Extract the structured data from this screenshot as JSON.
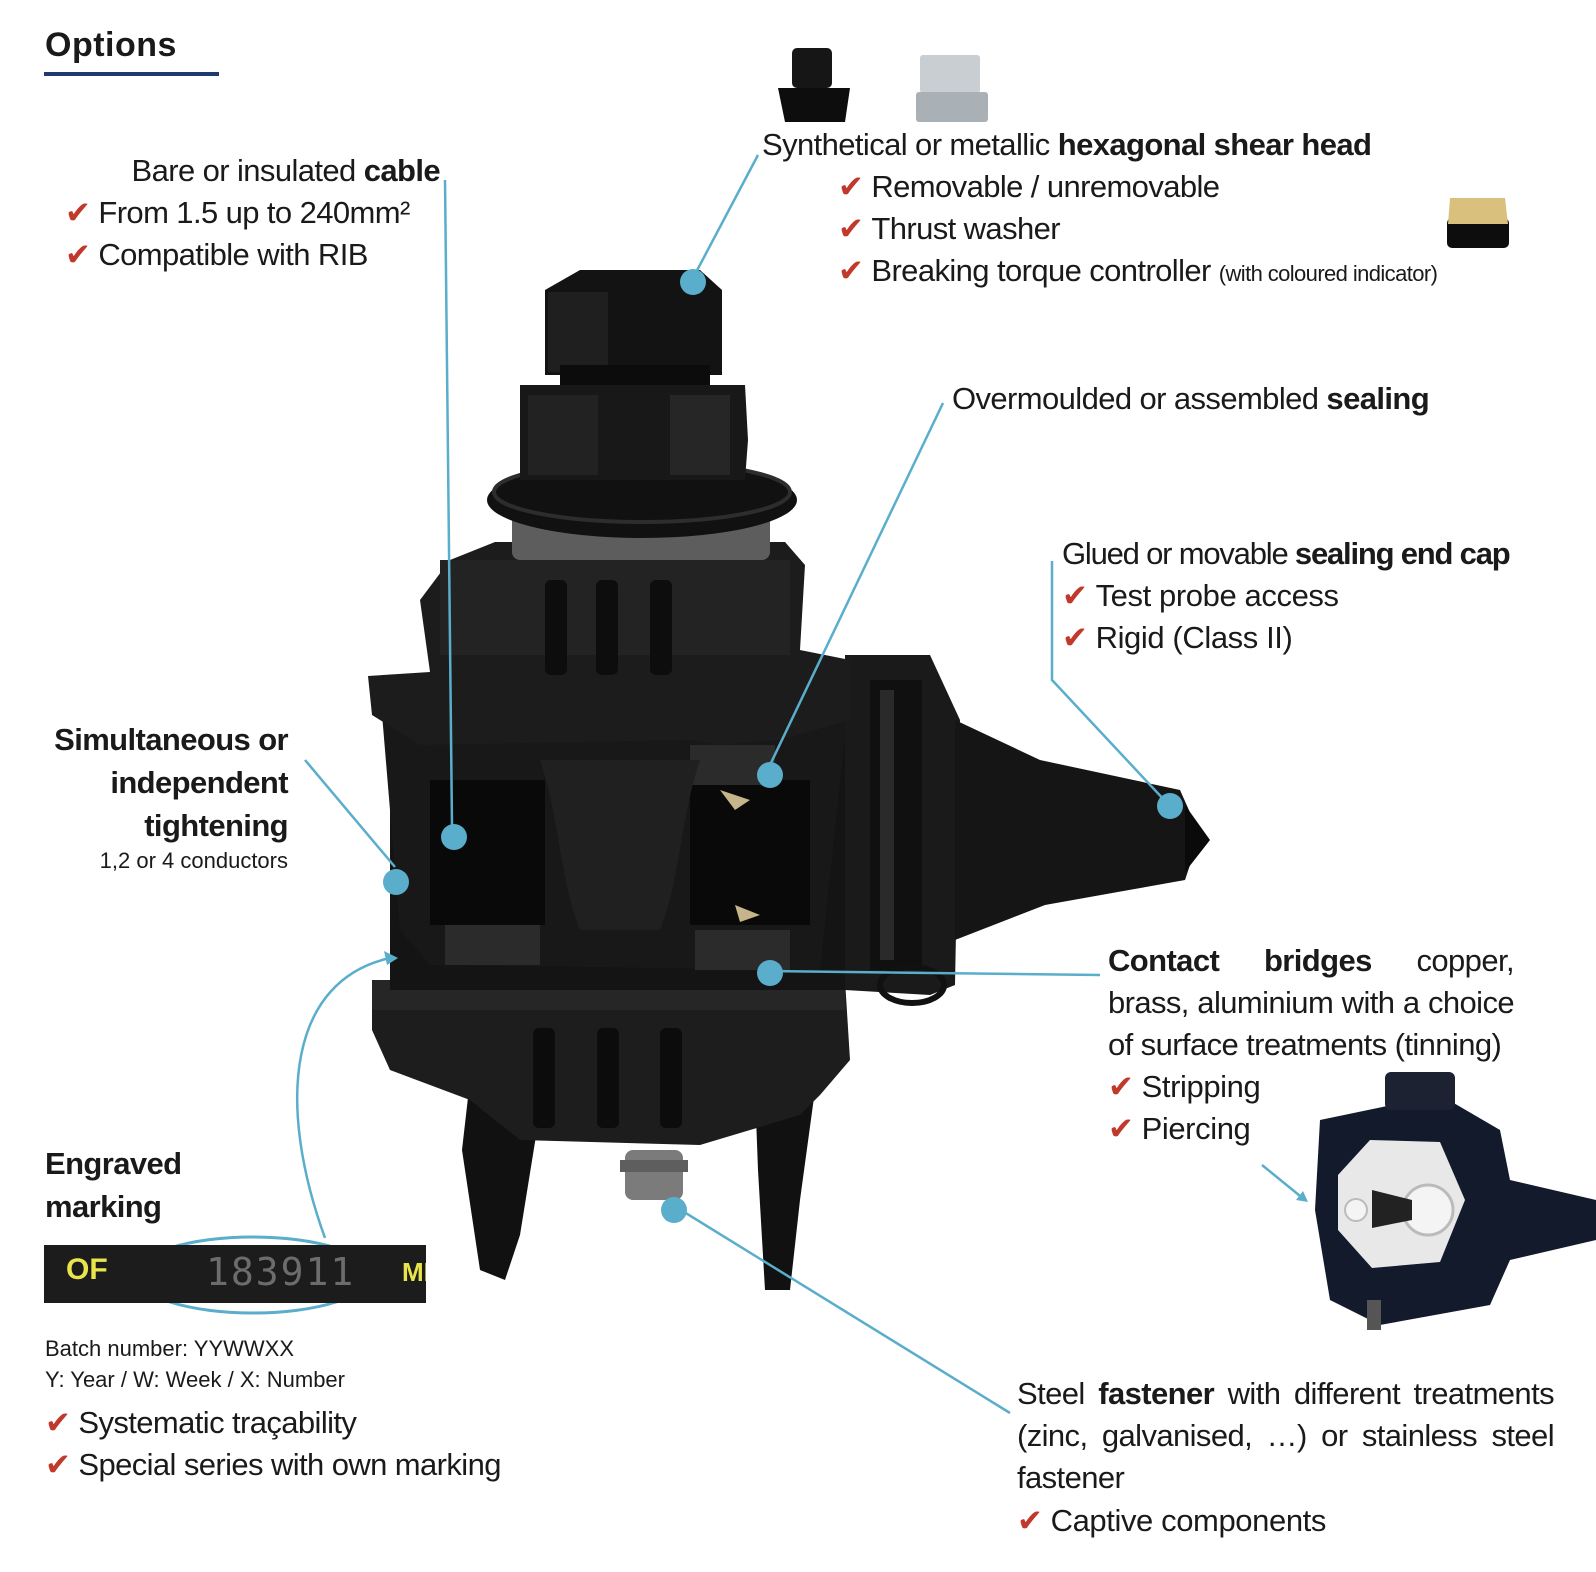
{
  "title": "Options",
  "colors": {
    "leader": "#5aaecb",
    "check": "#c0392b",
    "title_rule": "#1f3b6e",
    "marking_text": "#e9e44b"
  },
  "check_icon": "✔",
  "cable": {
    "pre": "Bare or insulated ",
    "bold": "cable",
    "items": [
      "From 1.5 up to 240mm²",
      "Compatible with RIB"
    ]
  },
  "shear_head": {
    "pre": "Synthetical or metallic ",
    "bold": "hexagonal shear head",
    "items": [
      "Removable / unremovable",
      "Thrust washer",
      "Breaking torque controller"
    ],
    "note": "(with coloured indicator)"
  },
  "sealing": {
    "pre": "Overmoulded or assembled ",
    "bold": "sealing"
  },
  "end_cap": {
    "pre": "Glued or movable ",
    "bold": "sealing end cap",
    "items": [
      "Test probe access",
      "Rigid (Class II)"
    ]
  },
  "tightening": {
    "lines": [
      "Simultaneous or",
      "independent",
      "tightening"
    ],
    "sub": "1,2 or 4 conductors"
  },
  "contact": {
    "bold": "Contact bridges",
    "rest": " copper, brass, aluminium with a choice of surface treatments (tinning)",
    "items": [
      "Stripping",
      "Piercing"
    ]
  },
  "marking": {
    "title_lines": [
      "Engraved",
      "marking"
    ],
    "plate": {
      "prefix": "OF",
      "number": "183911",
      "suffix": "MIC"
    },
    "batch_lines": [
      "Batch number: YYWWXX",
      "Y: Year / W: Week / X: Number"
    ],
    "items": [
      "Systematic traçability",
      "Special series with own marking"
    ]
  },
  "fastener": {
    "pre": "Steel ",
    "bold": "fastener",
    "rest": " with different treatments (zinc, galvanised, …) or stainless steel fastener",
    "items": [
      "Captive components"
    ]
  }
}
